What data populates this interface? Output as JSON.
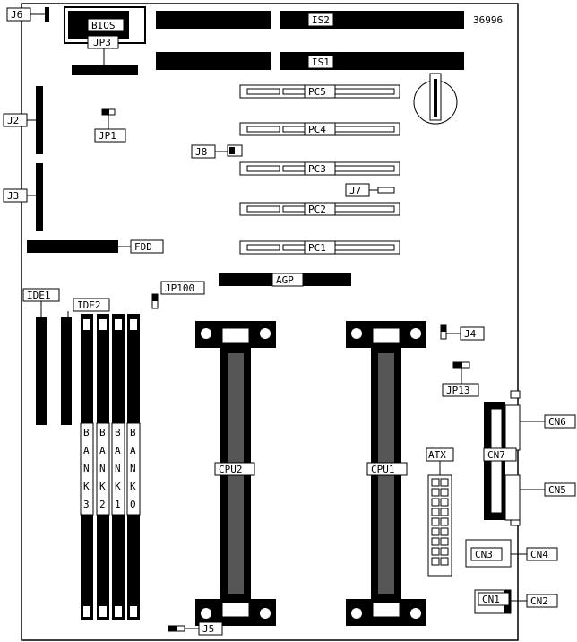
{
  "board_id": "36996",
  "labels": {
    "j6": "J6",
    "bios": "BIOS",
    "jp3": "JP3",
    "is2": "IS2",
    "is1": "IS1",
    "pc5": "PC5",
    "pc4": "PC4",
    "pc3": "PC3",
    "pc2": "PC2",
    "pc1": "PC1",
    "j2": "J2",
    "jp1": "JP1",
    "j8": "J8",
    "j7": "J7",
    "j3": "J3",
    "fdd": "FDD",
    "agp": "AGP",
    "jp100": "JP100",
    "ide1": "IDE1",
    "ide2": "IDE2",
    "j4": "J4",
    "jp13": "JP13",
    "cn6": "CN6",
    "cn7": "CN7",
    "cn5": "CN5",
    "atx": "ATX",
    "cpu2": "CPU2",
    "cpu1": "CPU1",
    "cn3": "CN3",
    "cn4": "CN4",
    "cn1": "CN1",
    "cn2": "CN2",
    "j5": "J5"
  },
  "banks": [
    "BANK3",
    "BANK2",
    "BANK1",
    "BANK0"
  ]
}
